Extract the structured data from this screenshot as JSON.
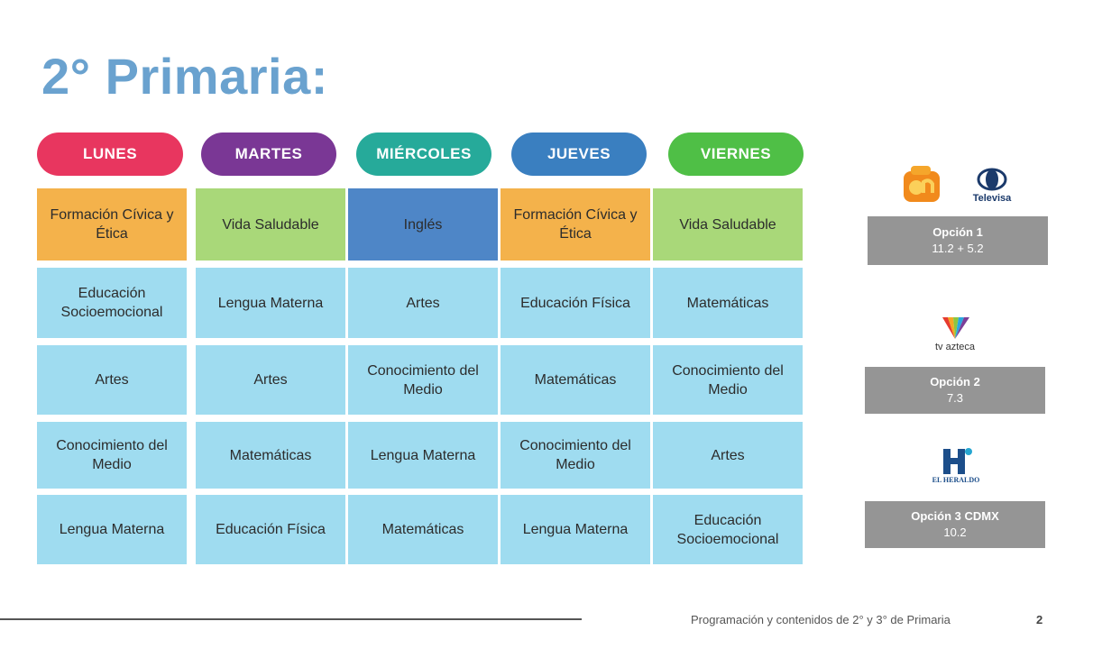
{
  "title": "2° Primaria:",
  "days": [
    {
      "label": "LUNES",
      "color": "#e8365f"
    },
    {
      "label": "MARTES",
      "color": "#7a3795"
    },
    {
      "label": "MIÉRCOLES",
      "color": "#26aa9a"
    },
    {
      "label": "JUEVES",
      "color": "#3a7fc0"
    },
    {
      "label": "VIERNES",
      "color": "#4fbf46"
    }
  ],
  "schedule": [
    [
      "Formación Cívica y Ética",
      "Vida Saludable",
      "Inglés",
      "Formación Cívica y Ética",
      "Vida Saludable"
    ],
    [
      "Educación Socioemocional",
      "Lengua Materna",
      "Artes",
      "Educación Física",
      "Matemáticas"
    ],
    [
      "Artes",
      "Artes",
      "Conocimiento del Medio",
      "Matemáticas",
      "Conocimiento del Medio"
    ],
    [
      "Conocimiento del Medio",
      "Matemáticas",
      "Lengua Materna",
      "Conocimiento del Medio",
      "Artes"
    ],
    [
      "Lengua Materna",
      "Educación Física",
      "Matemáticas",
      "Lengua Materna",
      "Educación Socioemocional"
    ]
  ],
  "colors": {
    "orange": "#f4b24b",
    "green": "#a9d879",
    "blue": "#4e86c7",
    "light_blue": "#9fdcf0"
  },
  "options": [
    {
      "title": "Opción 1",
      "value": "11.2  +  5.2",
      "logos": [
        "once-ninas-ninos-logo",
        "televisa-logo"
      ]
    },
    {
      "title": "Opción 2",
      "value": "7.3",
      "logos": [
        "tv-azteca-logo"
      ]
    },
    {
      "title": "Opción 3 CDMX",
      "value": "10.2",
      "logos": [
        "el-heraldo-logo"
      ]
    }
  ],
  "logo_text": {
    "televisa": "Televisa",
    "tvazteca": "tv azteca",
    "heraldo": "EL HERALDO"
  },
  "footer": {
    "text": "Programación y contenidos de  2° y 3° de Primaria",
    "page": "2"
  }
}
